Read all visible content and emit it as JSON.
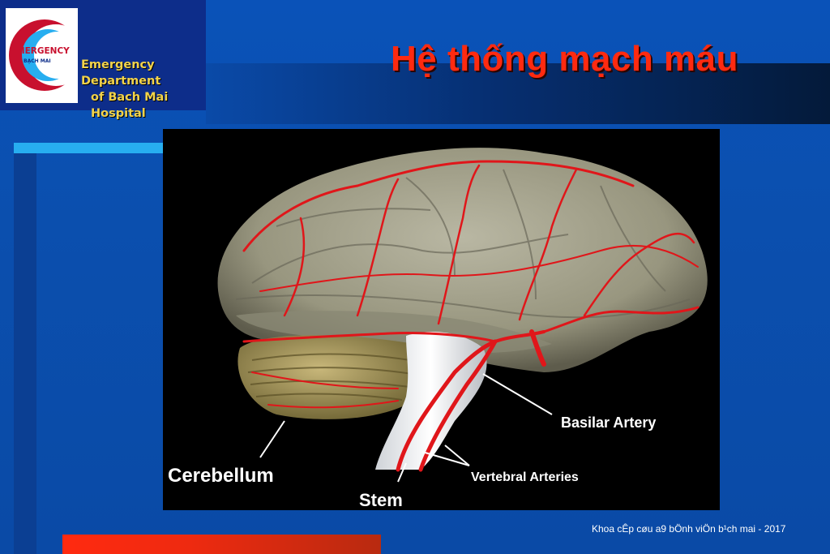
{
  "header": {
    "title": "Hệ thống mạch máu",
    "logo": {
      "badge_text": "EMERGENCY",
      "badge_sub": "BẠCH MAI",
      "line1": "Emergency Department",
      "line2": "of Bach Mai Hospital"
    }
  },
  "figure": {
    "labels": {
      "basilar": "Basilar Artery",
      "vertebral": "Vertebral Arteries",
      "cerebellum": "Cerebellum",
      "stem": "Stem"
    }
  },
  "footer": {
    "text": "Khoa cÊp cøu a9 bÖnh viÖn b¹ch mai - 2017"
  },
  "colors": {
    "background": "#0a4aa8",
    "title": "#ff2a10",
    "accent_cyan": "#27aef0",
    "artery": "#e0161a",
    "brain": "#a9a794"
  }
}
